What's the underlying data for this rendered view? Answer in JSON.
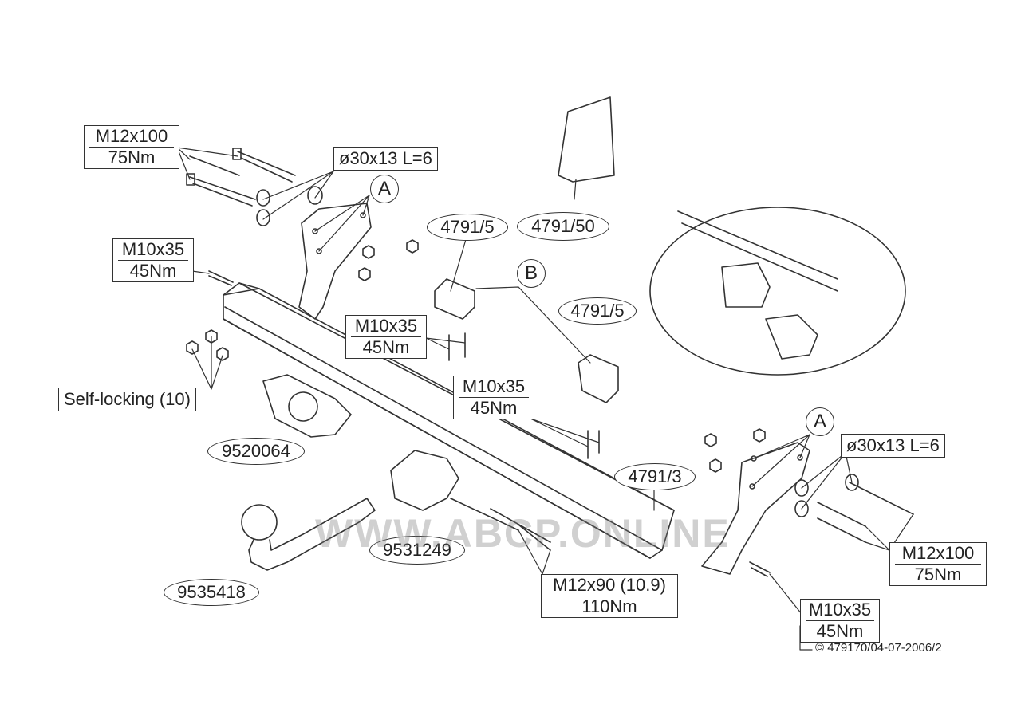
{
  "labels": {
    "bolt_m12x100_left": {
      "spec": "M12x100",
      "torque": "75Nm"
    },
    "washer_left": "ø30x13 L=6",
    "bolt_m10x35_left": {
      "spec": "M10x35",
      "torque": "45Nm"
    },
    "self_locking": "Self-locking (10)",
    "part_9520064": "9520064",
    "part_9535418": "9535418",
    "part_9531249": "9531249",
    "part_4791_5_top": "4791/5",
    "part_4791_50": "4791/50",
    "circle_a_left": "A",
    "circle_b": "B",
    "bolt_m10x35_center1": {
      "spec": "M10x35",
      "torque": "45Nm"
    },
    "part_4791_5_right": "4791/5",
    "bolt_m10x35_center2": {
      "spec": "M10x35",
      "torque": "45Nm"
    },
    "part_4791_3": "4791/3",
    "circle_a_right": "A",
    "washer_right": "ø30x13 L=6",
    "bolt_m12x100_right": {
      "spec": "M12x100",
      "torque": "75Nm"
    },
    "bolt_m12x90": {
      "spec": "M12x90 (10.9)",
      "torque": "110Nm"
    },
    "bolt_m10x35_right": {
      "spec": "M10x35",
      "torque": "45Nm"
    }
  },
  "watermark": "WWW.ABCP.ONLINE",
  "copyright": "© 479170/04-07-2006/2"
}
